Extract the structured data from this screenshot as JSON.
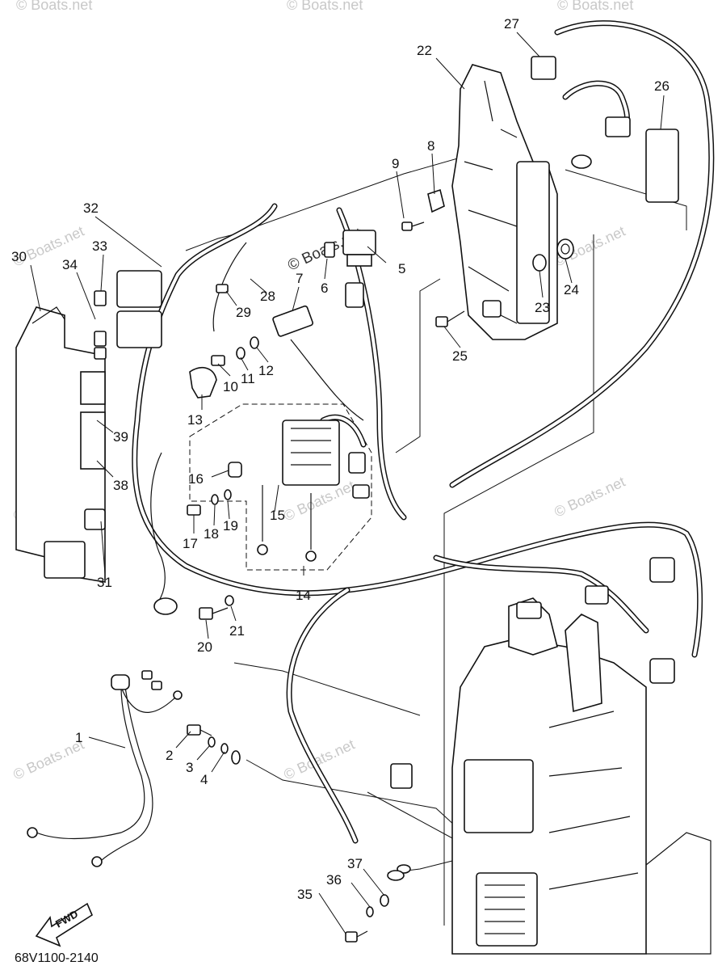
{
  "diagram": {
    "drawing_code": "68V1100-2140",
    "fwd_label": "FWD",
    "watermark_text": "© Boats.net",
    "callouts": [
      "1",
      "2",
      "3",
      "4",
      "5",
      "6",
      "7",
      "8",
      "9",
      "10",
      "11",
      "12",
      "13",
      "14",
      "15",
      "16",
      "17",
      "18",
      "19",
      "20",
      "21",
      "22",
      "23",
      "24",
      "25",
      "26",
      "27",
      "28",
      "29",
      "30",
      "31",
      "32",
      "33",
      "34",
      "35",
      "36",
      "37",
      "38",
      "39"
    ]
  }
}
